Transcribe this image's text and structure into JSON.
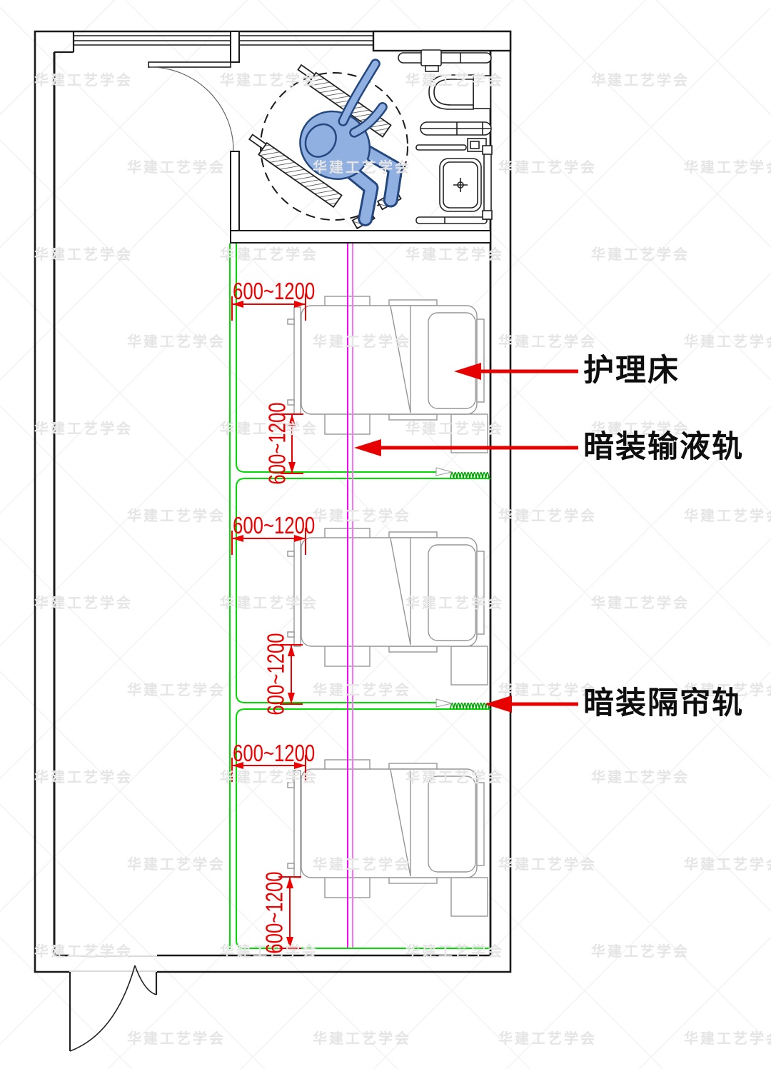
{
  "plan": {
    "labels": {
      "bed": "护理床",
      "iv_track": "暗装输液轨",
      "curtain_track": "暗装隔帘轨"
    },
    "dimension_text": "600~1200"
  },
  "watermark": {
    "text": "华建工艺学会"
  },
  "colors": {
    "dimension_red": "#ef0000",
    "annotation_red": "#e60000",
    "curtain_green": "#00dc00",
    "curtain_coil_green": "#00a200",
    "iv_track_magenta": "#ff00ff",
    "iv_track_magenta_light": "#ff6eff",
    "figure_blue": "#8fb0e0",
    "figure_outline_blue": "#24477f",
    "wall_black": "#1a1a1a",
    "furniture_gray": "#969696"
  }
}
